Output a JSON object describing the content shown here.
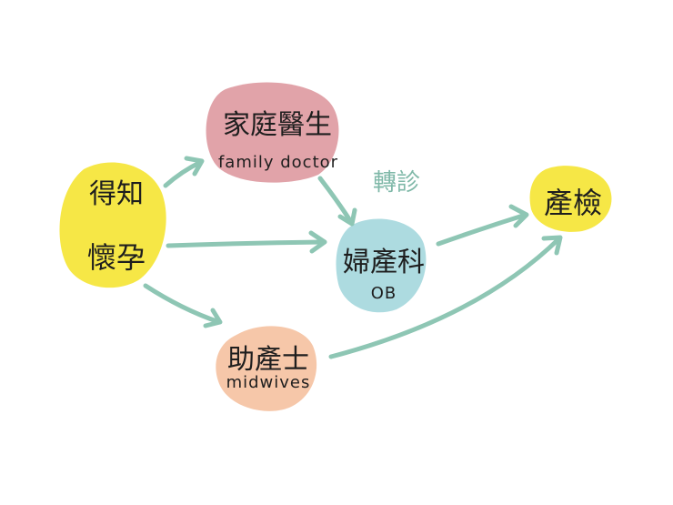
{
  "colors": {
    "arrow": "#8ec6b4",
    "learn_pregnant_blob": "#f5e63c",
    "family_doctor_blob": "#df9ea4",
    "obgyn_blob": "#a9d9de",
    "midwives_blob": "#f5c4a4",
    "transfer_text": "#7fb8a8"
  },
  "nodes": {
    "learn_pregnant": {
      "line1": "得知",
      "line2": "懷孕"
    },
    "family_doctor": {
      "zh": "家庭醫生",
      "en": "family doctor"
    },
    "obgyn": {
      "zh": "婦產科",
      "en": "OB"
    },
    "midwives": {
      "zh": "助產士",
      "en": "midwives"
    },
    "prenatal_checkup": {
      "zh": "產檢"
    }
  },
  "edges": [
    {
      "from": "learn_pregnant",
      "to": "family_doctor"
    },
    {
      "from": "learn_pregnant",
      "to": "obgyn"
    },
    {
      "from": "learn_pregnant",
      "to": "midwives"
    },
    {
      "from": "family_doctor",
      "to": "obgyn",
      "label": "轉診"
    },
    {
      "from": "obgyn",
      "to": "prenatal_checkup"
    },
    {
      "from": "midwives",
      "to": "prenatal_checkup"
    }
  ]
}
